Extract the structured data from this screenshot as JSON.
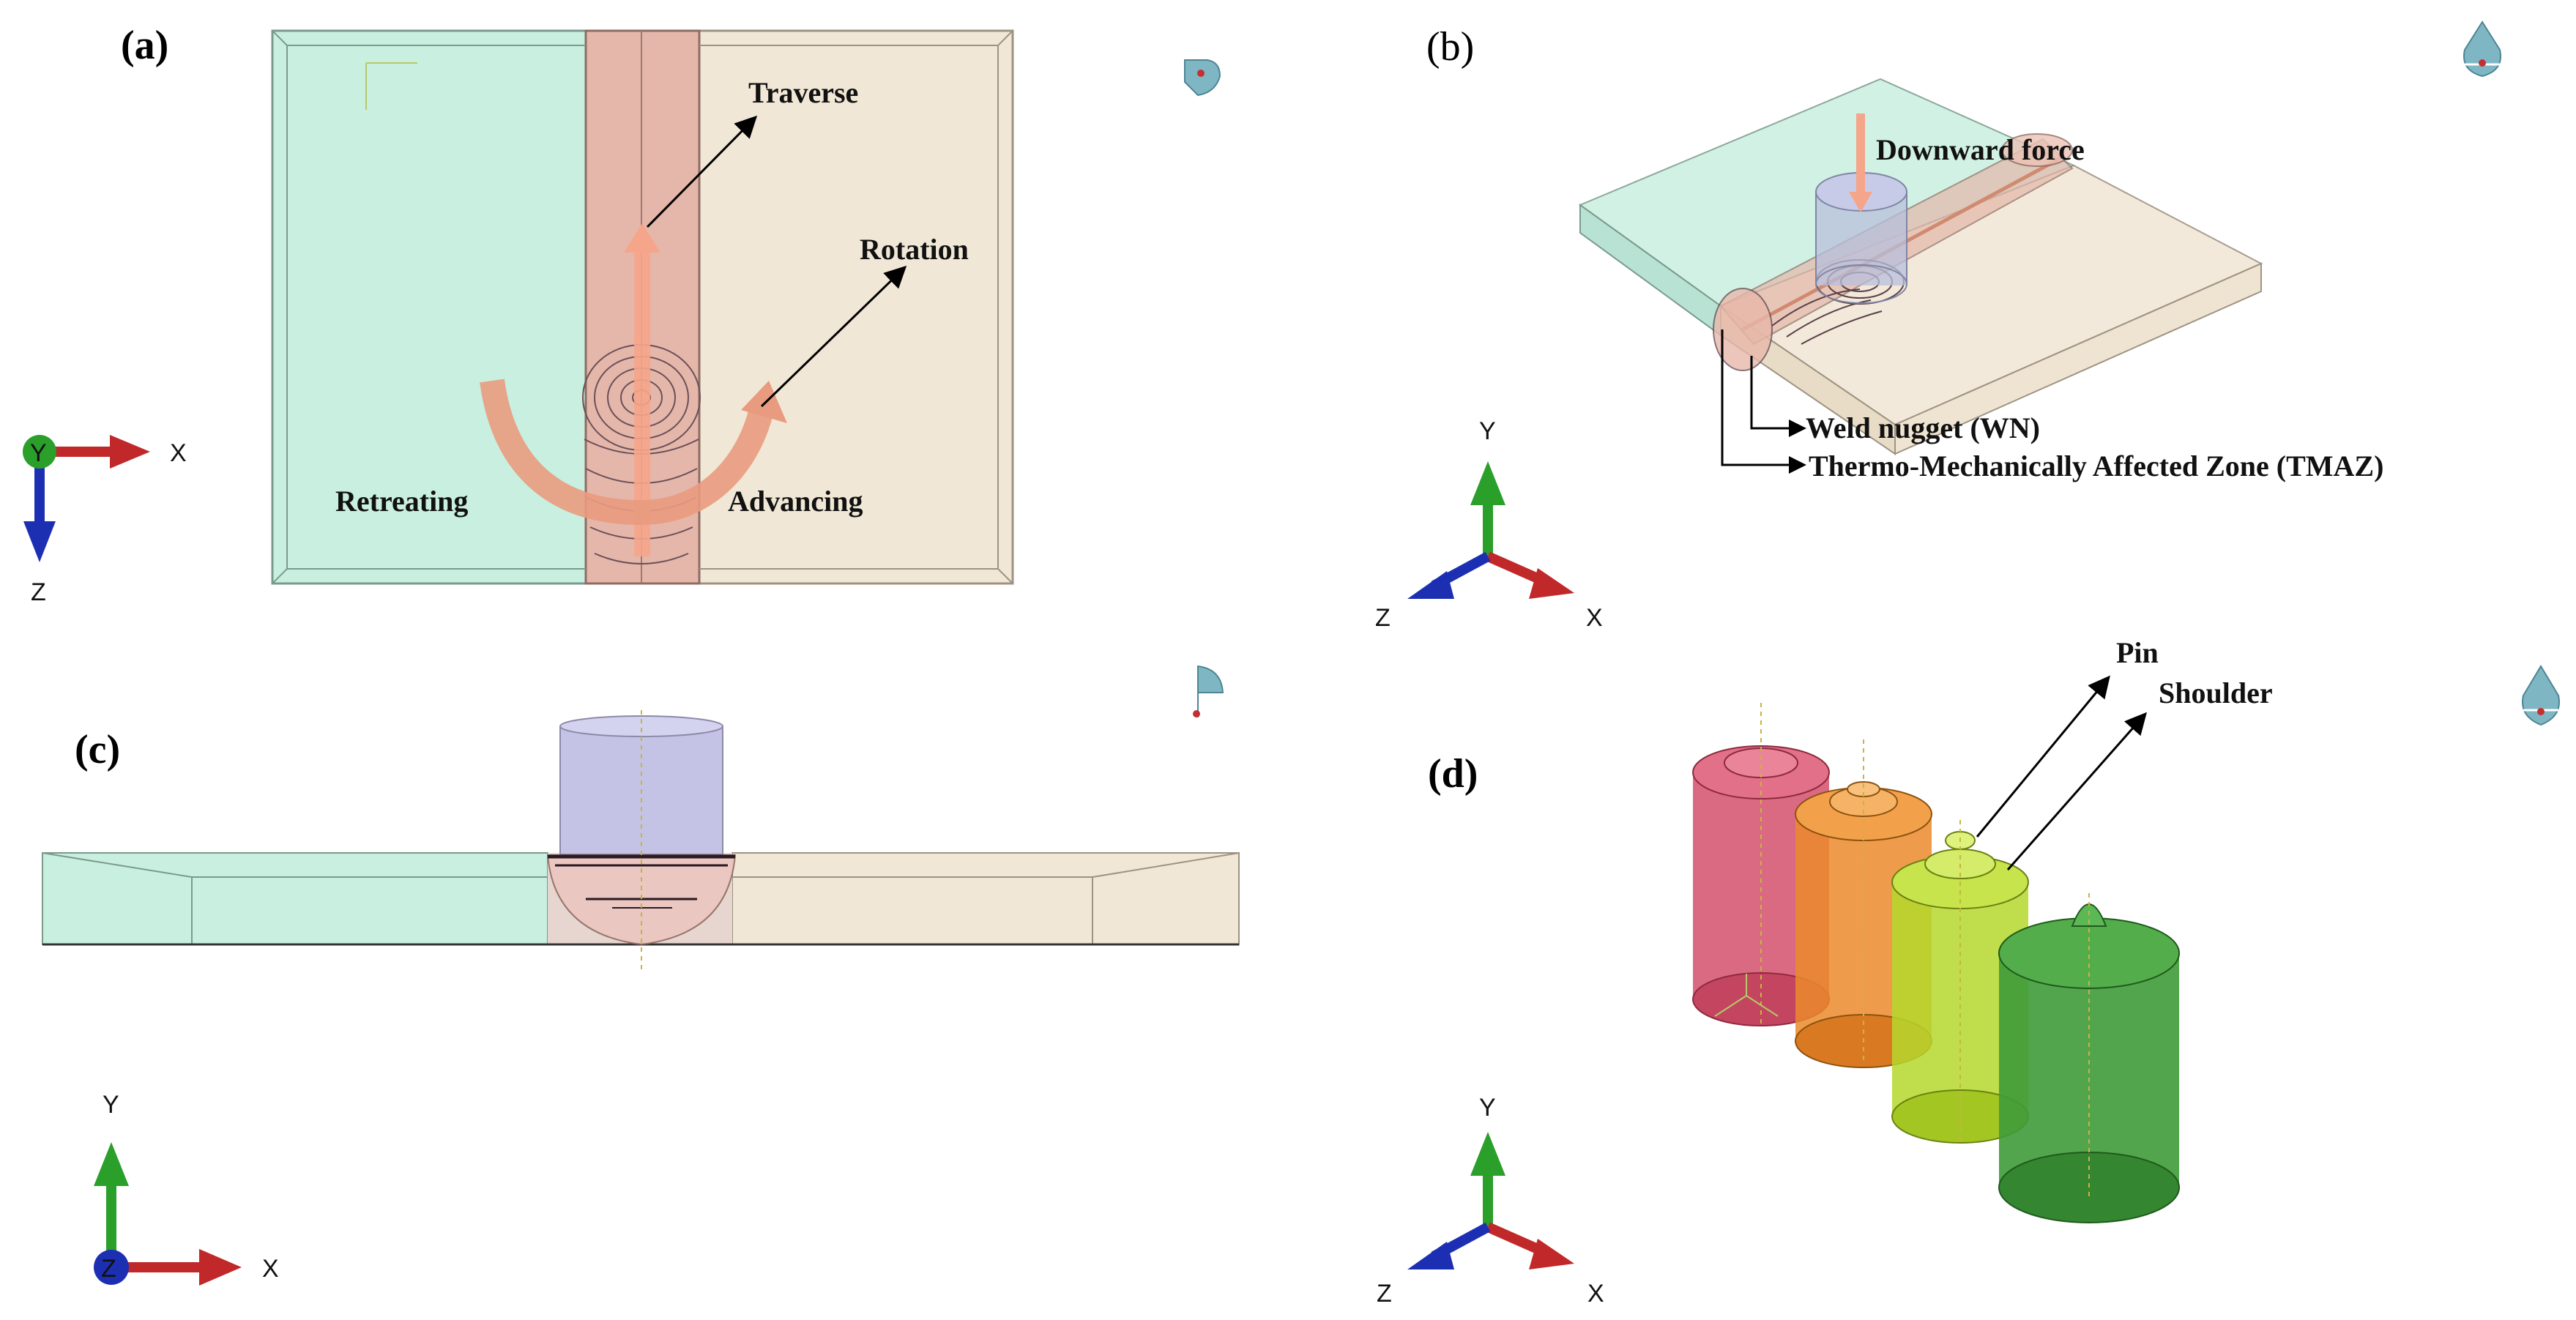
{
  "panels": {
    "a": {
      "label": "(a)",
      "traverse": "Traverse",
      "rotation": "Rotation",
      "retreating": "Retreating",
      "advancing": "Advancing",
      "triad": {
        "center": "Y",
        "x": "X",
        "y": "Z"
      }
    },
    "b": {
      "label": "(b)",
      "downward_force": "Downward force",
      "weld_nugget": "Weld nugget (WN)",
      "tmaz": "Thermo-Mechanically Affected Zone (TMAZ)",
      "triad": {
        "up": "Y",
        "left": "Z",
        "right": "X"
      }
    },
    "c": {
      "label": "(c)",
      "triad": {
        "up": "Y",
        "center": "Z",
        "right": "X"
      }
    },
    "d": {
      "label": "(d)",
      "pin": "Pin",
      "shoulder": "Shoulder",
      "triad": {
        "up": "Y",
        "left": "Z",
        "right": "X"
      }
    }
  },
  "colors": {
    "retreating_side": "#c9efe0",
    "advancing_side": "#f1e7d6",
    "weld_band": "#e3b8ab",
    "traverse_arrow": "#f5a58a",
    "rotation_arrow": "#e99b80",
    "tool_body": "#c4c3e6",
    "axis_x": "#c0282a",
    "axis_y": "#2a9f2a",
    "axis_z": "#1c2fb3",
    "tool_red": "#d4506b",
    "tool_orange": "#eb8a2c",
    "tool_lime": "#b5d82c",
    "tool_green": "#3f9b38"
  }
}
